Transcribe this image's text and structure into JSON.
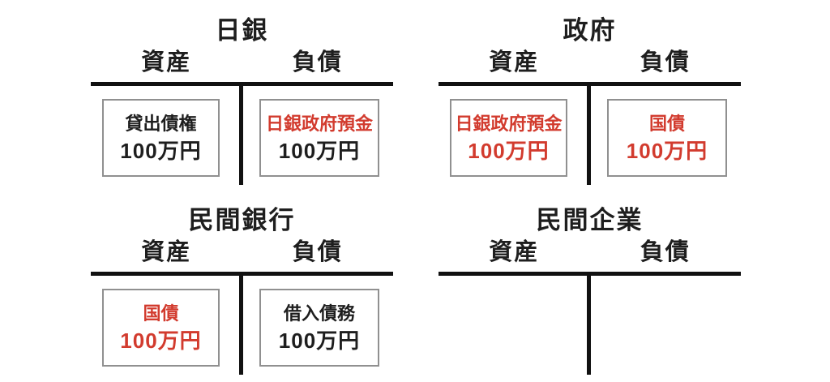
{
  "figure": {
    "type": "balance-sheet-t-accounts",
    "labels": {
      "assets": "資産",
      "liabilities": "負債"
    },
    "colors": {
      "red": "#d23b2e",
      "black": "#1e1e1e",
      "line": "#111111",
      "box_border": "#909090"
    },
    "accounts": [
      {
        "title": "日銀",
        "assets": [
          {
            "name": "貸出債権",
            "amount": "100万円",
            "name_color": "#1e1e1e",
            "amount_color": "#1e1e1e"
          }
        ],
        "liabilities": [
          {
            "name": "日銀政府預金",
            "amount": "100万円",
            "name_color": "#d23b2e",
            "amount_color": "#1e1e1e"
          }
        ]
      },
      {
        "title": "政府",
        "assets": [
          {
            "name": "日銀政府預金",
            "amount": "100万円",
            "name_color": "#d23b2e",
            "amount_color": "#d23b2e"
          }
        ],
        "liabilities": [
          {
            "name": "国債",
            "amount": "100万円",
            "name_color": "#d23b2e",
            "amount_color": "#d23b2e"
          }
        ]
      },
      {
        "title": "民間銀行",
        "assets": [
          {
            "name": "国債",
            "amount": "100万円",
            "name_color": "#d23b2e",
            "amount_color": "#d23b2e"
          }
        ],
        "liabilities": [
          {
            "name": "借入債務",
            "amount": "100万円",
            "name_color": "#1e1e1e",
            "amount_color": "#1e1e1e"
          }
        ]
      },
      {
        "title": "民間企業",
        "assets": [],
        "liabilities": []
      }
    ]
  }
}
